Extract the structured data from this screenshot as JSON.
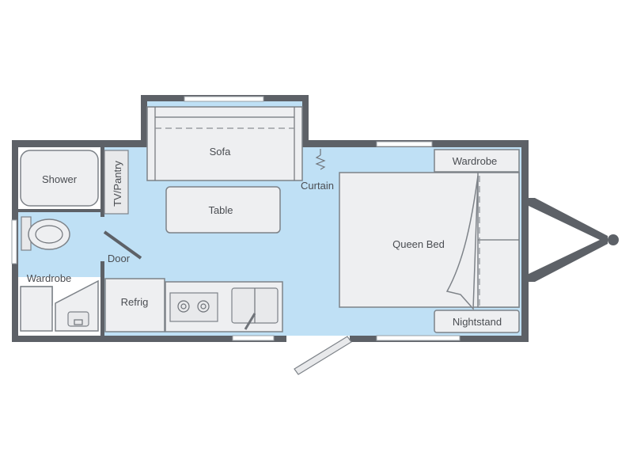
{
  "labels": {
    "sofa": "Sofa",
    "shower": "Shower",
    "tv_pantry": "TV/Pantry",
    "table": "Table",
    "curtain": "Curtain",
    "wardrobe_right": "Wardrobe",
    "queen_bed": "Queen Bed",
    "door": "Door",
    "wardrobe_left": "Wardrobe",
    "refrig": "Refrig",
    "nightstand": "Nightstand"
  },
  "colors": {
    "wall": "#5d6167",
    "floor": "#bfe0f5",
    "furniture": "#eeeff1",
    "text": "#4a4d52"
  }
}
